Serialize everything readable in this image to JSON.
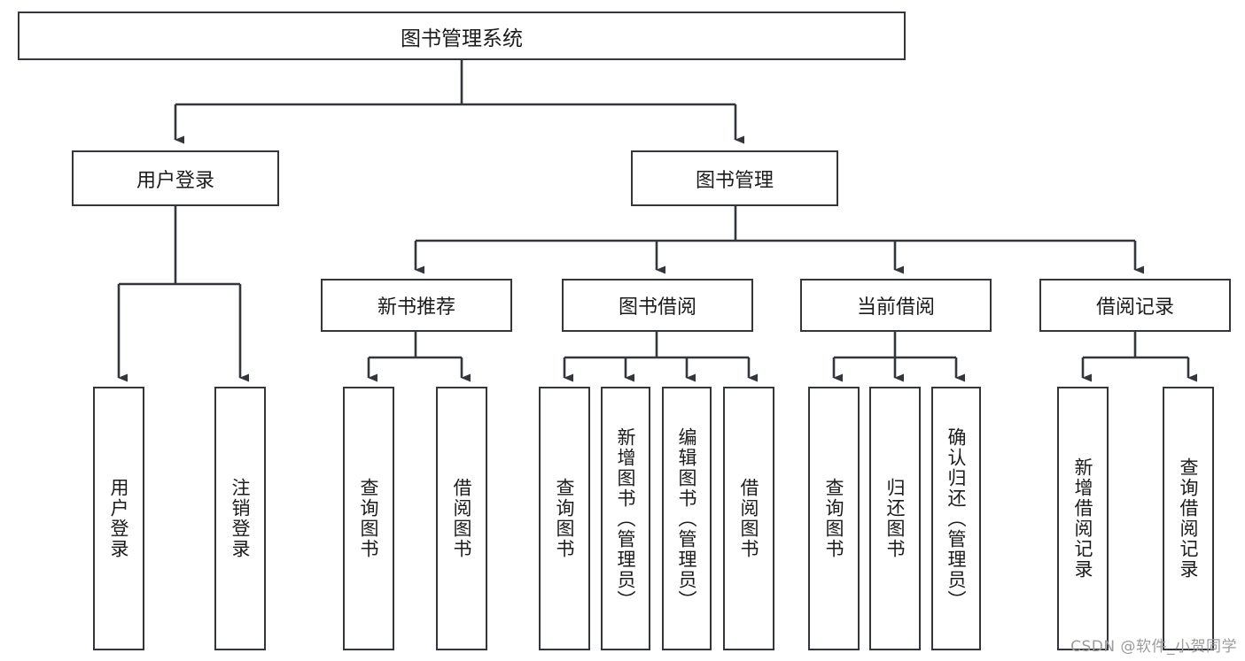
{
  "diagram": {
    "title": "图书管理系统",
    "type": "tree-hierarchy",
    "orientation": "top-down",
    "line_color": "#33373b",
    "box_fill": "#ffffff",
    "text_color": "#1b1b1b",
    "watermark": "CSDN @软件_小贺同学",
    "nodes": {
      "root": {
        "label": "图书管理系统",
        "level": 0
      },
      "l1": [
        {
          "label": "用户登录",
          "level": 1
        },
        {
          "label": "图书管理",
          "level": 1
        }
      ],
      "l2": [
        {
          "label": "新书推荐",
          "level": 2
        },
        {
          "label": "图书借阅",
          "level": 2
        },
        {
          "label": "当前借阅",
          "level": 2
        },
        {
          "label": "借阅记录",
          "level": 2
        }
      ],
      "leaves": [
        {
          "label": "用户登录",
          "parent": "用户登录",
          "level": 3
        },
        {
          "label": "注销登录",
          "parent": "用户登录",
          "level": 3
        },
        {
          "label": "查询图书",
          "parent": "新书推荐",
          "level": 3
        },
        {
          "label": "借阅图书",
          "parent": "新书推荐",
          "level": 3
        },
        {
          "label": "查询图书",
          "parent": "图书借阅",
          "level": 3
        },
        {
          "label": "新增图书（管理员）",
          "parent": "图书借阅",
          "level": 3
        },
        {
          "label": "编辑图书（管理员）",
          "parent": "图书借阅",
          "level": 3
        },
        {
          "label": "借阅图书",
          "parent": "图书借阅",
          "level": 3
        },
        {
          "label": "查询图书",
          "parent": "当前借阅",
          "level": 3
        },
        {
          "label": "归还图书",
          "parent": "当前借阅",
          "level": 3
        },
        {
          "label": "确认归还（管理员）",
          "parent": "当前借阅",
          "level": 3
        },
        {
          "label": "新增借阅记录",
          "parent": "借阅记录",
          "level": 3
        },
        {
          "label": "查询借阅记录",
          "parent": "借阅记录",
          "level": 3
        }
      ]
    }
  }
}
